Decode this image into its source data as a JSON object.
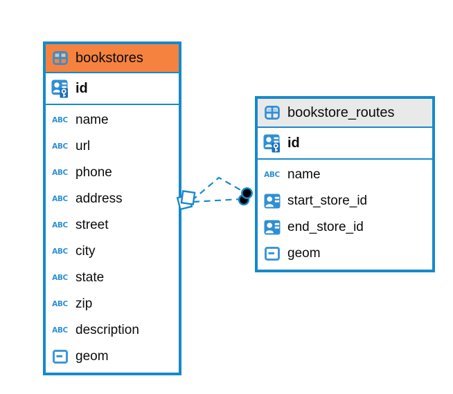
{
  "diagram": {
    "tables": [
      {
        "name": "bookstores",
        "header_color": "#F5823F",
        "icon": "table",
        "key_columns": [
          {
            "name": "id",
            "icon": "primary-key"
          }
        ],
        "columns": [
          {
            "name": "name",
            "icon": "text"
          },
          {
            "name": "url",
            "icon": "text"
          },
          {
            "name": "phone",
            "icon": "text"
          },
          {
            "name": "address",
            "icon": "text"
          },
          {
            "name": "street",
            "icon": "text"
          },
          {
            "name": "city",
            "icon": "text"
          },
          {
            "name": "state",
            "icon": "text"
          },
          {
            "name": "zip",
            "icon": "text"
          },
          {
            "name": "description",
            "icon": "text"
          },
          {
            "name": "geom",
            "icon": "geometry"
          }
        ]
      },
      {
        "name": "bookstore_routes",
        "header_color": "#E9E9E9",
        "icon": "table",
        "key_columns": [
          {
            "name": "id",
            "icon": "primary-key"
          }
        ],
        "columns": [
          {
            "name": "name",
            "icon": "text"
          },
          {
            "name": "start_store_id",
            "icon": "foreign-key"
          },
          {
            "name": "end_store_id",
            "icon": "foreign-key"
          },
          {
            "name": "geom",
            "icon": "geometry"
          }
        ]
      }
    ],
    "relations": [
      {
        "from": "bookstores",
        "to": "bookstore_routes",
        "style": "dashed",
        "count": 2
      }
    ]
  },
  "icons": {
    "text_label": "ABC"
  },
  "colors": {
    "accent_blue": "#1789CB",
    "icon_blue": "#2F8FD3",
    "header_orange": "#F5823F",
    "header_gray": "#E9E9E9",
    "marker_black": "#000000"
  }
}
